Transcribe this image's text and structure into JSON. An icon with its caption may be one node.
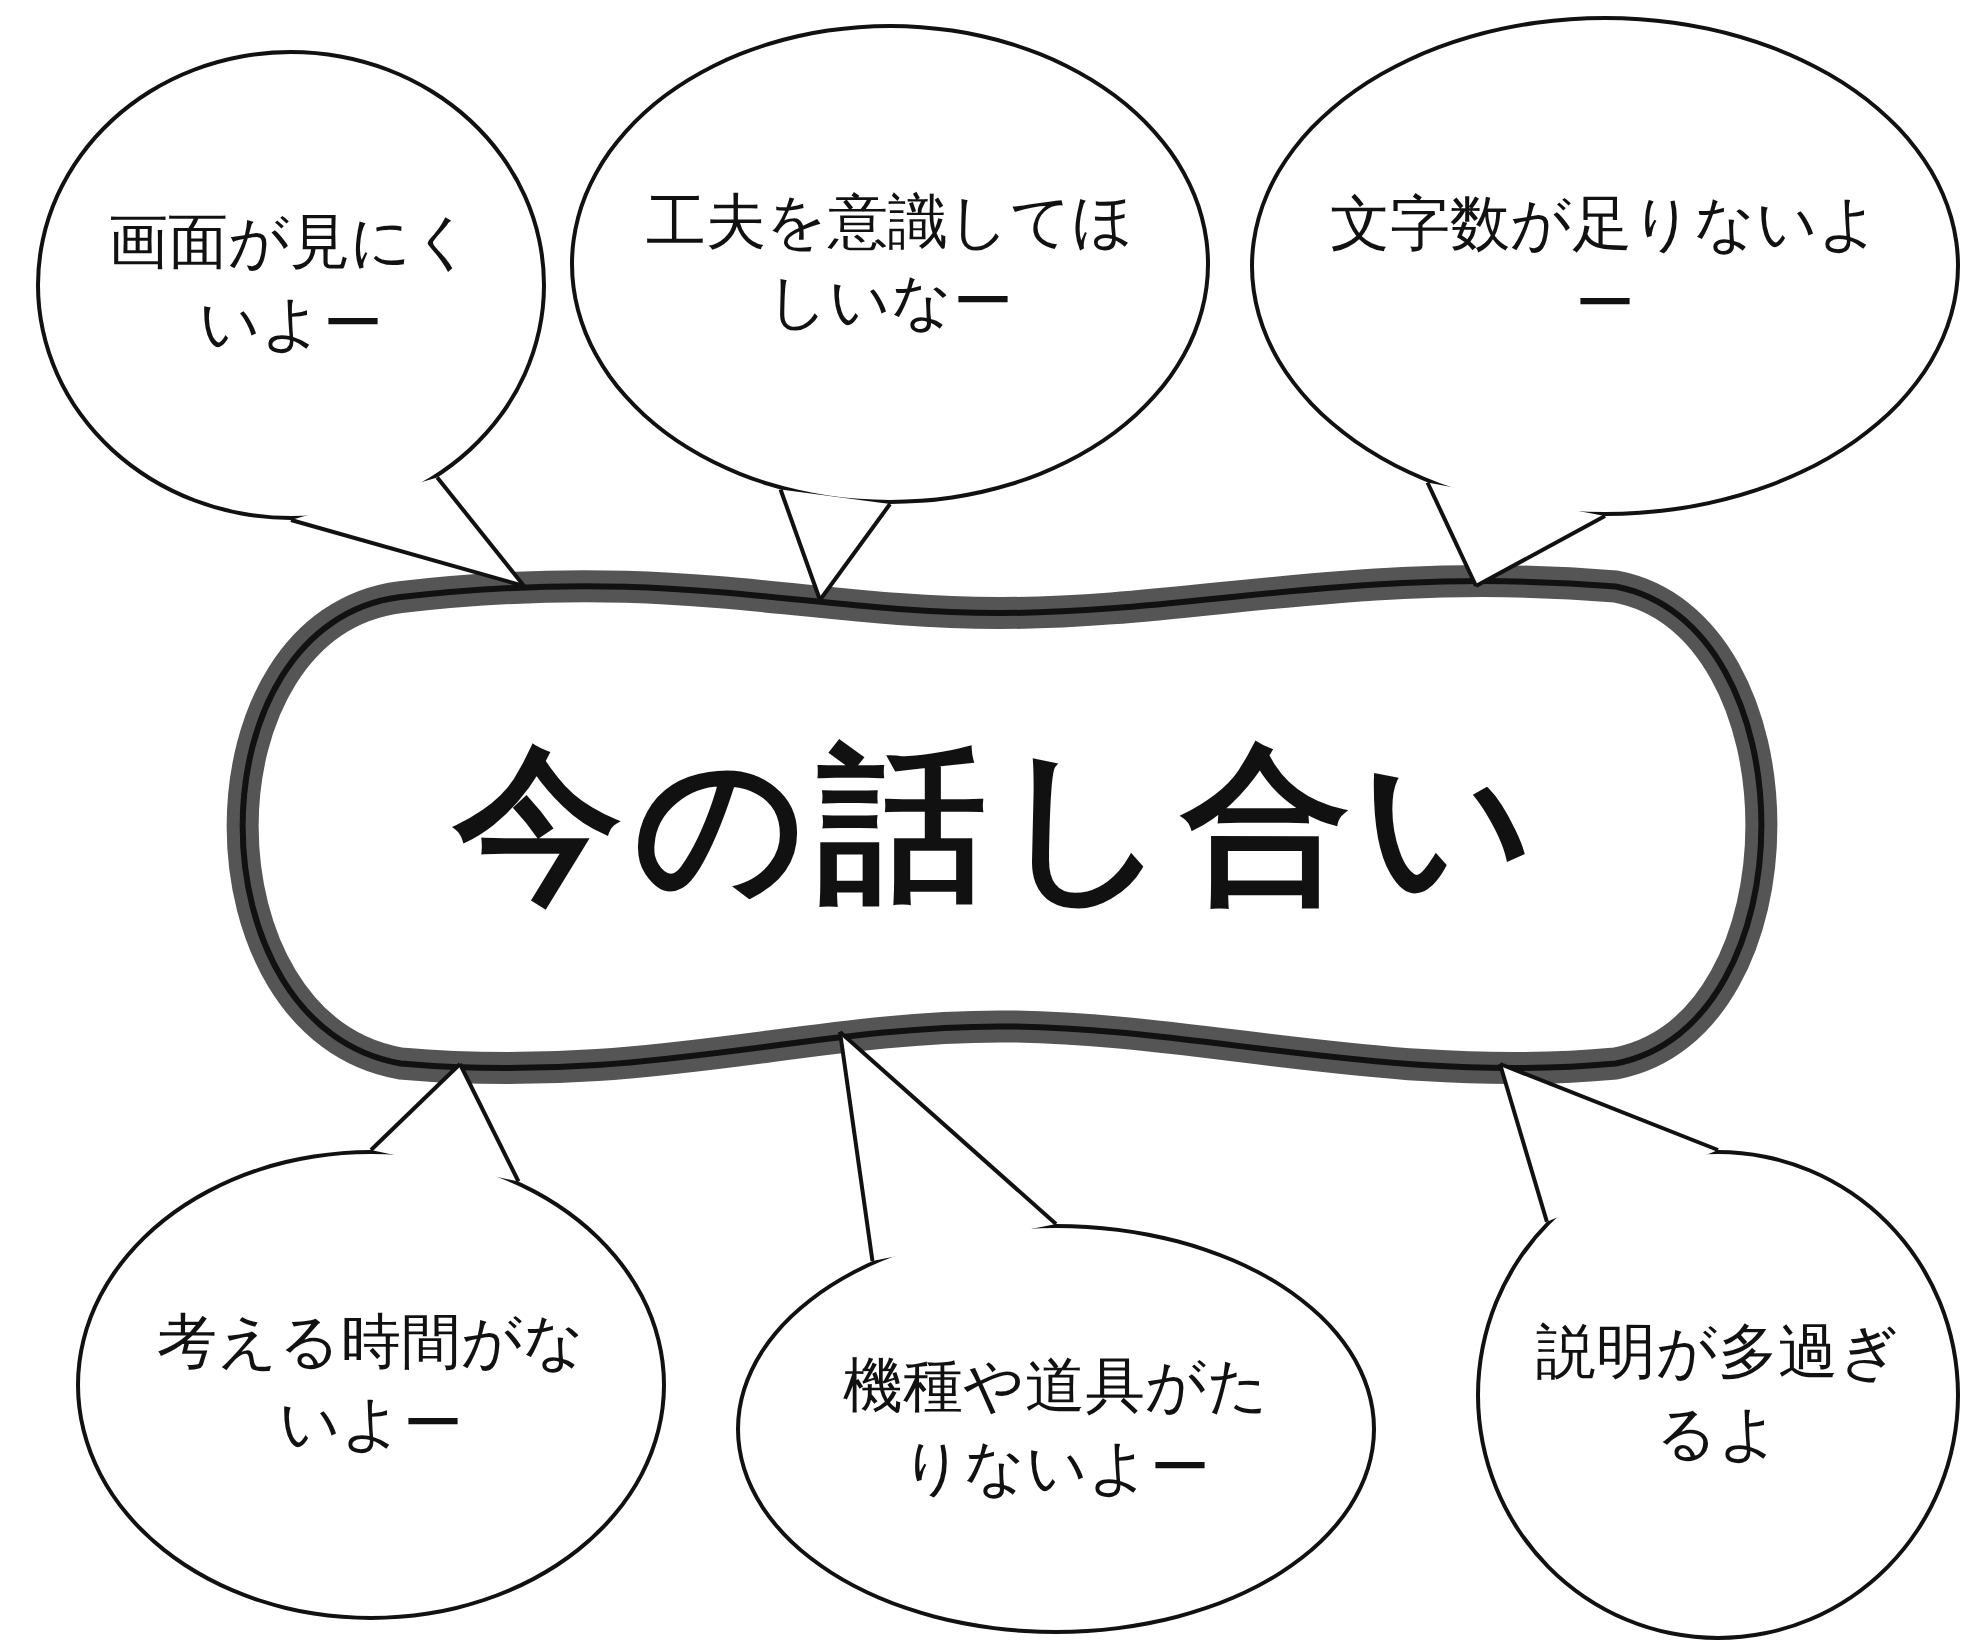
{
  "diagram": {
    "nodes": [
      {
        "text": [
          "今の話し合い"
        ]
      },
      {
        "text": [
          "画面が見にくいよー"
        ]
      },
      {
        "text": [
          "工夫を意識してほしいなー"
        ]
      },
      {
        "text": [
          "文字数が足りないよー"
        ]
      },
      {
        "text": [
          "考える時間がないよー"
        ]
      },
      {
        "text": [
          "機種や道具がたりないよー"
        ]
      },
      {
        "text": [
          "説明が多過ぎるよ"
        ]
      }
    ],
    "edges": [
      {
        "from": 1,
        "to": 0,
        "arrow": "none"
      },
      {
        "from": 2,
        "to": 0,
        "arrow": "none"
      },
      {
        "from": 3,
        "to": 0,
        "arrow": "none"
      },
      {
        "from": 4,
        "to": 0,
        "arrow": "none"
      },
      {
        "from": 5,
        "to": 0,
        "arrow": "none"
      },
      {
        "from": 6,
        "to": 0,
        "arrow": "none"
      }
    ]
  }
}
